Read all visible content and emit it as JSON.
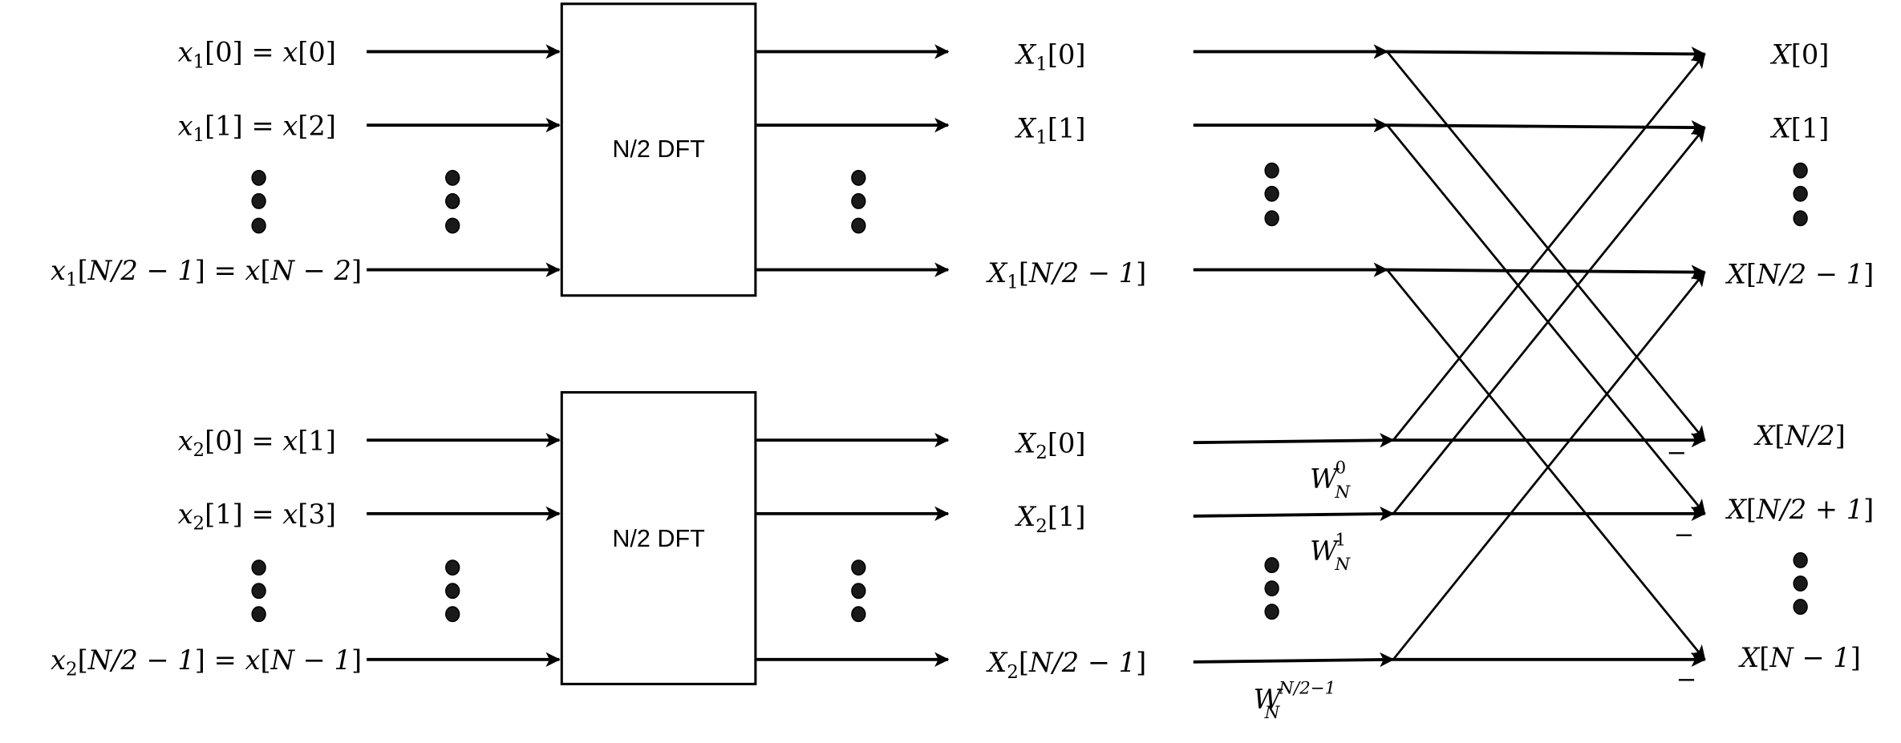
{
  "diagram": {
    "title": "Decimation-in-time FFT: two N/2-point DFTs combined with butterflies",
    "blocks": [
      {
        "id": "dft-top",
        "label": "N/2 DFT"
      },
      {
        "id": "dft-bottom",
        "label": "N/2 DFT"
      }
    ],
    "inputs_top": [
      {
        "base": "x",
        "sub": "1",
        "idx": "0",
        "eq": "x",
        "eqidx": "0"
      },
      {
        "base": "x",
        "sub": "1",
        "idx": "1",
        "eq": "x",
        "eqidx": "2"
      },
      {
        "base": "x",
        "sub": "1",
        "idx": "N/2 − 1",
        "eq": "x",
        "eqidx": "N − 2"
      }
    ],
    "inputs_bottom": [
      {
        "base": "x",
        "sub": "2",
        "idx": "0",
        "eq": "x",
        "eqidx": "1"
      },
      {
        "base": "x",
        "sub": "2",
        "idx": "1",
        "eq": "x",
        "eqidx": "3"
      },
      {
        "base": "x",
        "sub": "2",
        "idx": "N/2 − 1",
        "eq": "x",
        "eqidx": "N − 1"
      }
    ],
    "dft_outputs_top": [
      {
        "base": "X",
        "sub": "1",
        "idx": "0"
      },
      {
        "base": "X",
        "sub": "1",
        "idx": "1"
      },
      {
        "base": "X",
        "sub": "1",
        "idx": "N/2 − 1"
      }
    ],
    "dft_outputs_bottom": [
      {
        "base": "X",
        "sub": "2",
        "idx": "0"
      },
      {
        "base": "X",
        "sub": "2",
        "idx": "1"
      },
      {
        "base": "X",
        "sub": "2",
        "idx": "N/2 − 1"
      }
    ],
    "twiddles": [
      {
        "base": "W",
        "sub": "N",
        "sup": "0"
      },
      {
        "base": "W",
        "sub": "N",
        "sup": "1"
      },
      {
        "base": "W",
        "sub": "N",
        "sup": "N/2−1"
      }
    ],
    "final_outputs": [
      {
        "base": "X",
        "idx": "0"
      },
      {
        "base": "X",
        "idx": "1"
      },
      {
        "base": "X",
        "idx": "N/2 − 1"
      },
      {
        "base": "X",
        "idx": "N/2"
      },
      {
        "base": "X",
        "idx": "N/2 + 1"
      },
      {
        "base": "X",
        "idx": "N − 1"
      }
    ],
    "minus_sign": "−",
    "ellipsis": "⋮"
  }
}
